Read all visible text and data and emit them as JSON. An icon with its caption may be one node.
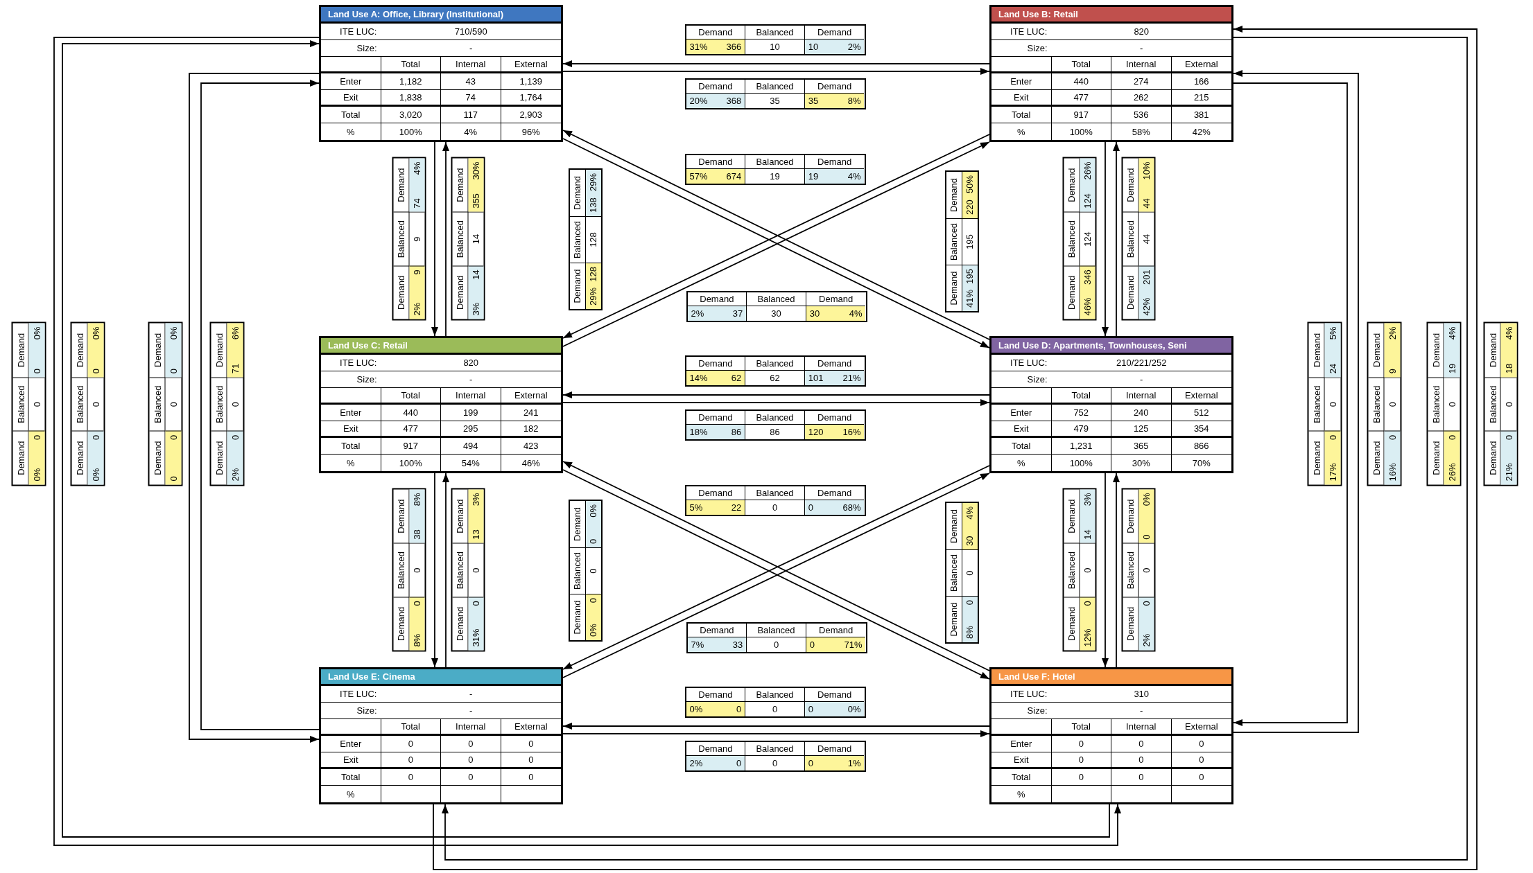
{
  "diagram": {
    "nodes": [
      {
        "text": [
          "Land Use A: Office, Library (Institutional)",
          "ITE LUC:",
          "710/590",
          "Size:",
          "-",
          "Total",
          "Internal",
          "External",
          "Enter",
          "1,182",
          "43",
          "1,139",
          "Exit",
          "1,838",
          "74",
          "1,764",
          "Total",
          "3,020",
          "117",
          "2,903",
          "%",
          "100%",
          "4%",
          "96%"
        ]
      },
      {
        "text": [
          "Land Use B: Retail",
          "ITE LUC:",
          "820",
          "Size:",
          "-",
          "Total",
          "Internal",
          "External",
          "Enter",
          "440",
          "274",
          "166",
          "Exit",
          "477",
          "262",
          "215",
          "Total",
          "917",
          "536",
          "381",
          "%",
          "100%",
          "58%",
          "42%"
        ]
      },
      {
        "text": [
          "Land Use C: Retail",
          "ITE LUC:",
          "820",
          "Size:",
          "-",
          "Total",
          "Internal",
          "External",
          "Enter",
          "440",
          "199",
          "241",
          "Exit",
          "477",
          "295",
          "182",
          "Total",
          "917",
          "494",
          "423",
          "%",
          "100%",
          "54%",
          "46%"
        ]
      },
      {
        "text": [
          "Land Use D: Apartments, Townhouses, Seni",
          "ITE LUC:",
          "210/221/252",
          "Size:",
          "-",
          "Total",
          "Internal",
          "External",
          "Enter",
          "752",
          "240",
          "512",
          "Exit",
          "479",
          "125",
          "354",
          "Total",
          "1,231",
          "365",
          "866",
          "%",
          "100%",
          "30%",
          "70%"
        ]
      },
      {
        "text": [
          "Land Use E: Cinema",
          "ITE LUC:",
          "-",
          "Size:",
          "-",
          "Total",
          "Internal",
          "External",
          "Enter",
          "0",
          "0",
          "0",
          "Exit",
          "0",
          "0",
          "0",
          "Total",
          "0",
          "0",
          "0",
          "%"
        ]
      },
      {
        "text": [
          "Land Use F: Hotel",
          "ITE LUC:",
          "310",
          "Size:",
          "-",
          "Total",
          "Internal",
          "External",
          "Enter",
          "0",
          "0",
          "0",
          "Exit",
          "0",
          "0",
          "0",
          "Total",
          "0",
          "0",
          "0",
          "%"
        ]
      },
      {
        "text": [
          "Demand",
          "Balanced",
          "Demand",
          "31%",
          "366",
          "10",
          "10",
          "2%"
        ]
      },
      {
        "text": [
          "Demand",
          "Balanced",
          "Demand",
          "20%",
          "368",
          "35",
          "35",
          "8%"
        ]
      },
      {
        "text": [
          "Demand",
          "Balanced",
          "Demand",
          "2%",
          "9",
          "9",
          "74",
          "4%"
        ]
      },
      {
        "text": [
          "Demand",
          "Balanced",
          "Demand",
          "3%",
          "14",
          "14",
          "355",
          "30%"
        ]
      },
      {
        "text": [
          "Demand",
          "Balanced",
          "Demand",
          "46%",
          "346",
          "124",
          "124",
          "26%"
        ]
      },
      {
        "text": [
          "Demand",
          "Balanced",
          "Demand",
          "42%",
          "201",
          "44",
          "44",
          "10%"
        ]
      },
      {
        "text": [
          "Demand",
          "Balanced",
          "Demand",
          "57%",
          "674",
          "19",
          "19",
          "4%"
        ]
      },
      {
        "text": [
          "Demand",
          "Balanced",
          "Demand",
          "2%",
          "37",
          "30",
          "30",
          "4%"
        ]
      },
      {
        "text": [
          "Demand",
          "Balanced",
          "Demand",
          "29%",
          "128",
          "128",
          "138",
          "29%"
        ]
      },
      {
        "text": [
          "Demand",
          "Balanced",
          "Demand",
          "41%",
          "195",
          "195",
          "220",
          "50%"
        ]
      },
      {
        "text": [
          "Demand",
          "Balanced",
          "Demand",
          "14%",
          "62",
          "62",
          "101",
          "21%"
        ]
      },
      {
        "text": [
          "Demand",
          "Balanced",
          "Demand",
          "18%",
          "86",
          "86",
          "120",
          "16%"
        ]
      },
      {
        "text": [
          "Demand",
          "Balanced",
          "Demand",
          "8%",
          "0",
          "0",
          "38",
          "8%"
        ]
      },
      {
        "text": [
          "Demand",
          "Balanced",
          "Demand",
          "31%",
          "0",
          "0",
          "13",
          "3%"
        ]
      },
      {
        "text": [
          "Demand",
          "Balanced",
          "Demand",
          "12%",
          "0",
          "0",
          "14",
          "3%"
        ]
      },
      {
        "text": [
          "Demand",
          "Balanced",
          "Demand",
          "2%",
          "0",
          "0",
          "0",
          "0%"
        ]
      },
      {
        "text": [
          "Demand",
          "Balanced",
          "Demand",
          "5%",
          "22",
          "0",
          "0",
          "68%"
        ]
      },
      {
        "text": [
          "Demand",
          "Balanced",
          "Demand",
          "7%",
          "33",
          "0",
          "0",
          "71%"
        ]
      },
      {
        "text": [
          "Demand",
          "Balanced",
          "Demand",
          "0%",
          "0",
          "0",
          "0",
          "0%"
        ]
      },
      {
        "text": [
          "Demand",
          "Balanced",
          "Demand",
          "8%",
          "0",
          "0",
          "30",
          "4%"
        ]
      },
      {
        "text": [
          "Demand",
          "Balanced",
          "Demand",
          "0%",
          "0",
          "0",
          "0",
          "0%"
        ]
      },
      {
        "text": [
          "Demand",
          "Balanced",
          "Demand",
          "2%",
          "0",
          "0",
          "0",
          "1%"
        ]
      },
      {
        "text": [
          "Demand",
          "Balanced",
          "Demand",
          "0%",
          "0",
          "0",
          "0",
          "0%"
        ]
      },
      {
        "text": [
          "Demand",
          "Balanced",
          "Demand",
          "0%",
          "0",
          "0",
          "0",
          "0%"
        ]
      },
      {
        "text": [
          "Demand",
          "Balanced",
          "Demand",
          "0",
          "0",
          "0",
          "0",
          "0%"
        ]
      },
      {
        "text": [
          "Demand",
          "Balanced",
          "Demand",
          "2%",
          "0",
          "0",
          "71",
          "6%"
        ]
      },
      {
        "text": [
          "Demand",
          "Balanced",
          "Demand",
          "17%",
          "0",
          "0",
          "24",
          "5%"
        ]
      },
      {
        "text": [
          "Demand",
          "Balanced",
          "Demand",
          "16%",
          "0",
          "0",
          "9",
          "2%"
        ]
      },
      {
        "text": [
          "Demand",
          "Balanced",
          "Demand",
          "26%",
          "0",
          "0",
          "19",
          "4%"
        ]
      },
      {
        "text": [
          "Demand",
          "Balanced",
          "Demand",
          "21%",
          "0",
          "0",
          "18",
          "4%"
        ]
      }
    ],
    "edges": [
      {
        "from": 1,
        "to": 0,
        "arrow": "to"
      },
      {
        "from": 0,
        "to": 1,
        "arrow": "to"
      },
      {
        "from": 0,
        "to": 2,
        "arrow": "to"
      },
      {
        "from": 2,
        "to": 0,
        "arrow": "to"
      },
      {
        "from": 1,
        "to": 3,
        "arrow": "to"
      },
      {
        "from": 3,
        "to": 1,
        "arrow": "to"
      },
      {
        "from": 3,
        "to": 0,
        "arrow": "to"
      },
      {
        "from": 0,
        "to": 3,
        "arrow": "to"
      },
      {
        "from": 1,
        "to": 2,
        "arrow": "to"
      },
      {
        "from": 2,
        "to": 1,
        "arrow": "to"
      },
      {
        "from": 3,
        "to": 2,
        "arrow": "to"
      },
      {
        "from": 2,
        "to": 3,
        "arrow": "to"
      },
      {
        "from": 2,
        "to": 4,
        "arrow": "to"
      },
      {
        "from": 4,
        "to": 2,
        "arrow": "to"
      },
      {
        "from": 3,
        "to": 5,
        "arrow": "to"
      },
      {
        "from": 5,
        "to": 3,
        "arrow": "to"
      },
      {
        "from": 5,
        "to": 2,
        "arrow": "to"
      },
      {
        "from": 2,
        "to": 5,
        "arrow": "to"
      },
      {
        "from": 3,
        "to": 4,
        "arrow": "to"
      },
      {
        "from": 4,
        "to": 3,
        "arrow": "to"
      },
      {
        "from": 5,
        "to": 4,
        "arrow": "to"
      },
      {
        "from": 4,
        "to": 5,
        "arrow": "to"
      },
      {
        "from": 0,
        "to": 5,
        "arrow": "to"
      },
      {
        "from": 5,
        "to": 0,
        "arrow": "to"
      },
      {
        "from": 0,
        "to": 4,
        "arrow": "to"
      },
      {
        "from": 4,
        "to": 0,
        "arrow": "to"
      },
      {
        "from": 1,
        "to": 5,
        "arrow": "to"
      },
      {
        "from": 5,
        "to": 1,
        "arrow": "to"
      },
      {
        "from": 1,
        "to": 4,
        "arrow": "to"
      },
      {
        "from": 4,
        "to": 1,
        "arrow": "to"
      }
    ]
  }
}
